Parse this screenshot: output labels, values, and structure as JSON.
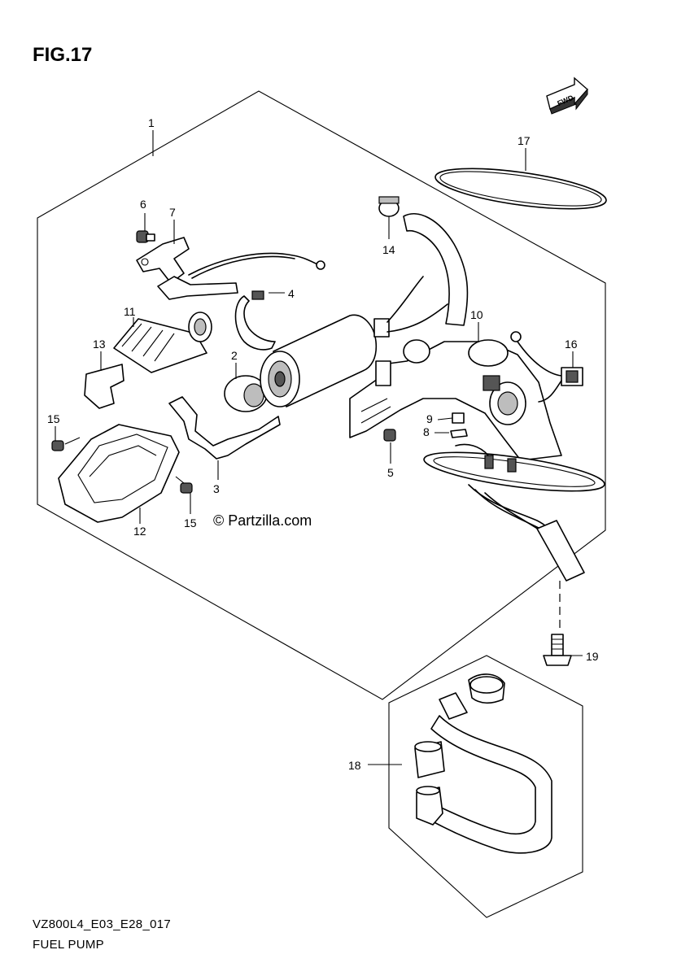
{
  "figure": {
    "title": "FIG.17",
    "code": "VZ800L4_E03_E28_017",
    "name": "FUEL PUMP"
  },
  "watermark": "© Partzilla.com",
  "fwd_label": "FWD",
  "callouts": [
    "1",
    "2",
    "3",
    "4",
    "5",
    "6",
    "7",
    "8",
    "9",
    "10",
    "11",
    "12",
    "13",
    "14",
    "15",
    "15",
    "16",
    "17",
    "18",
    "19"
  ]
}
